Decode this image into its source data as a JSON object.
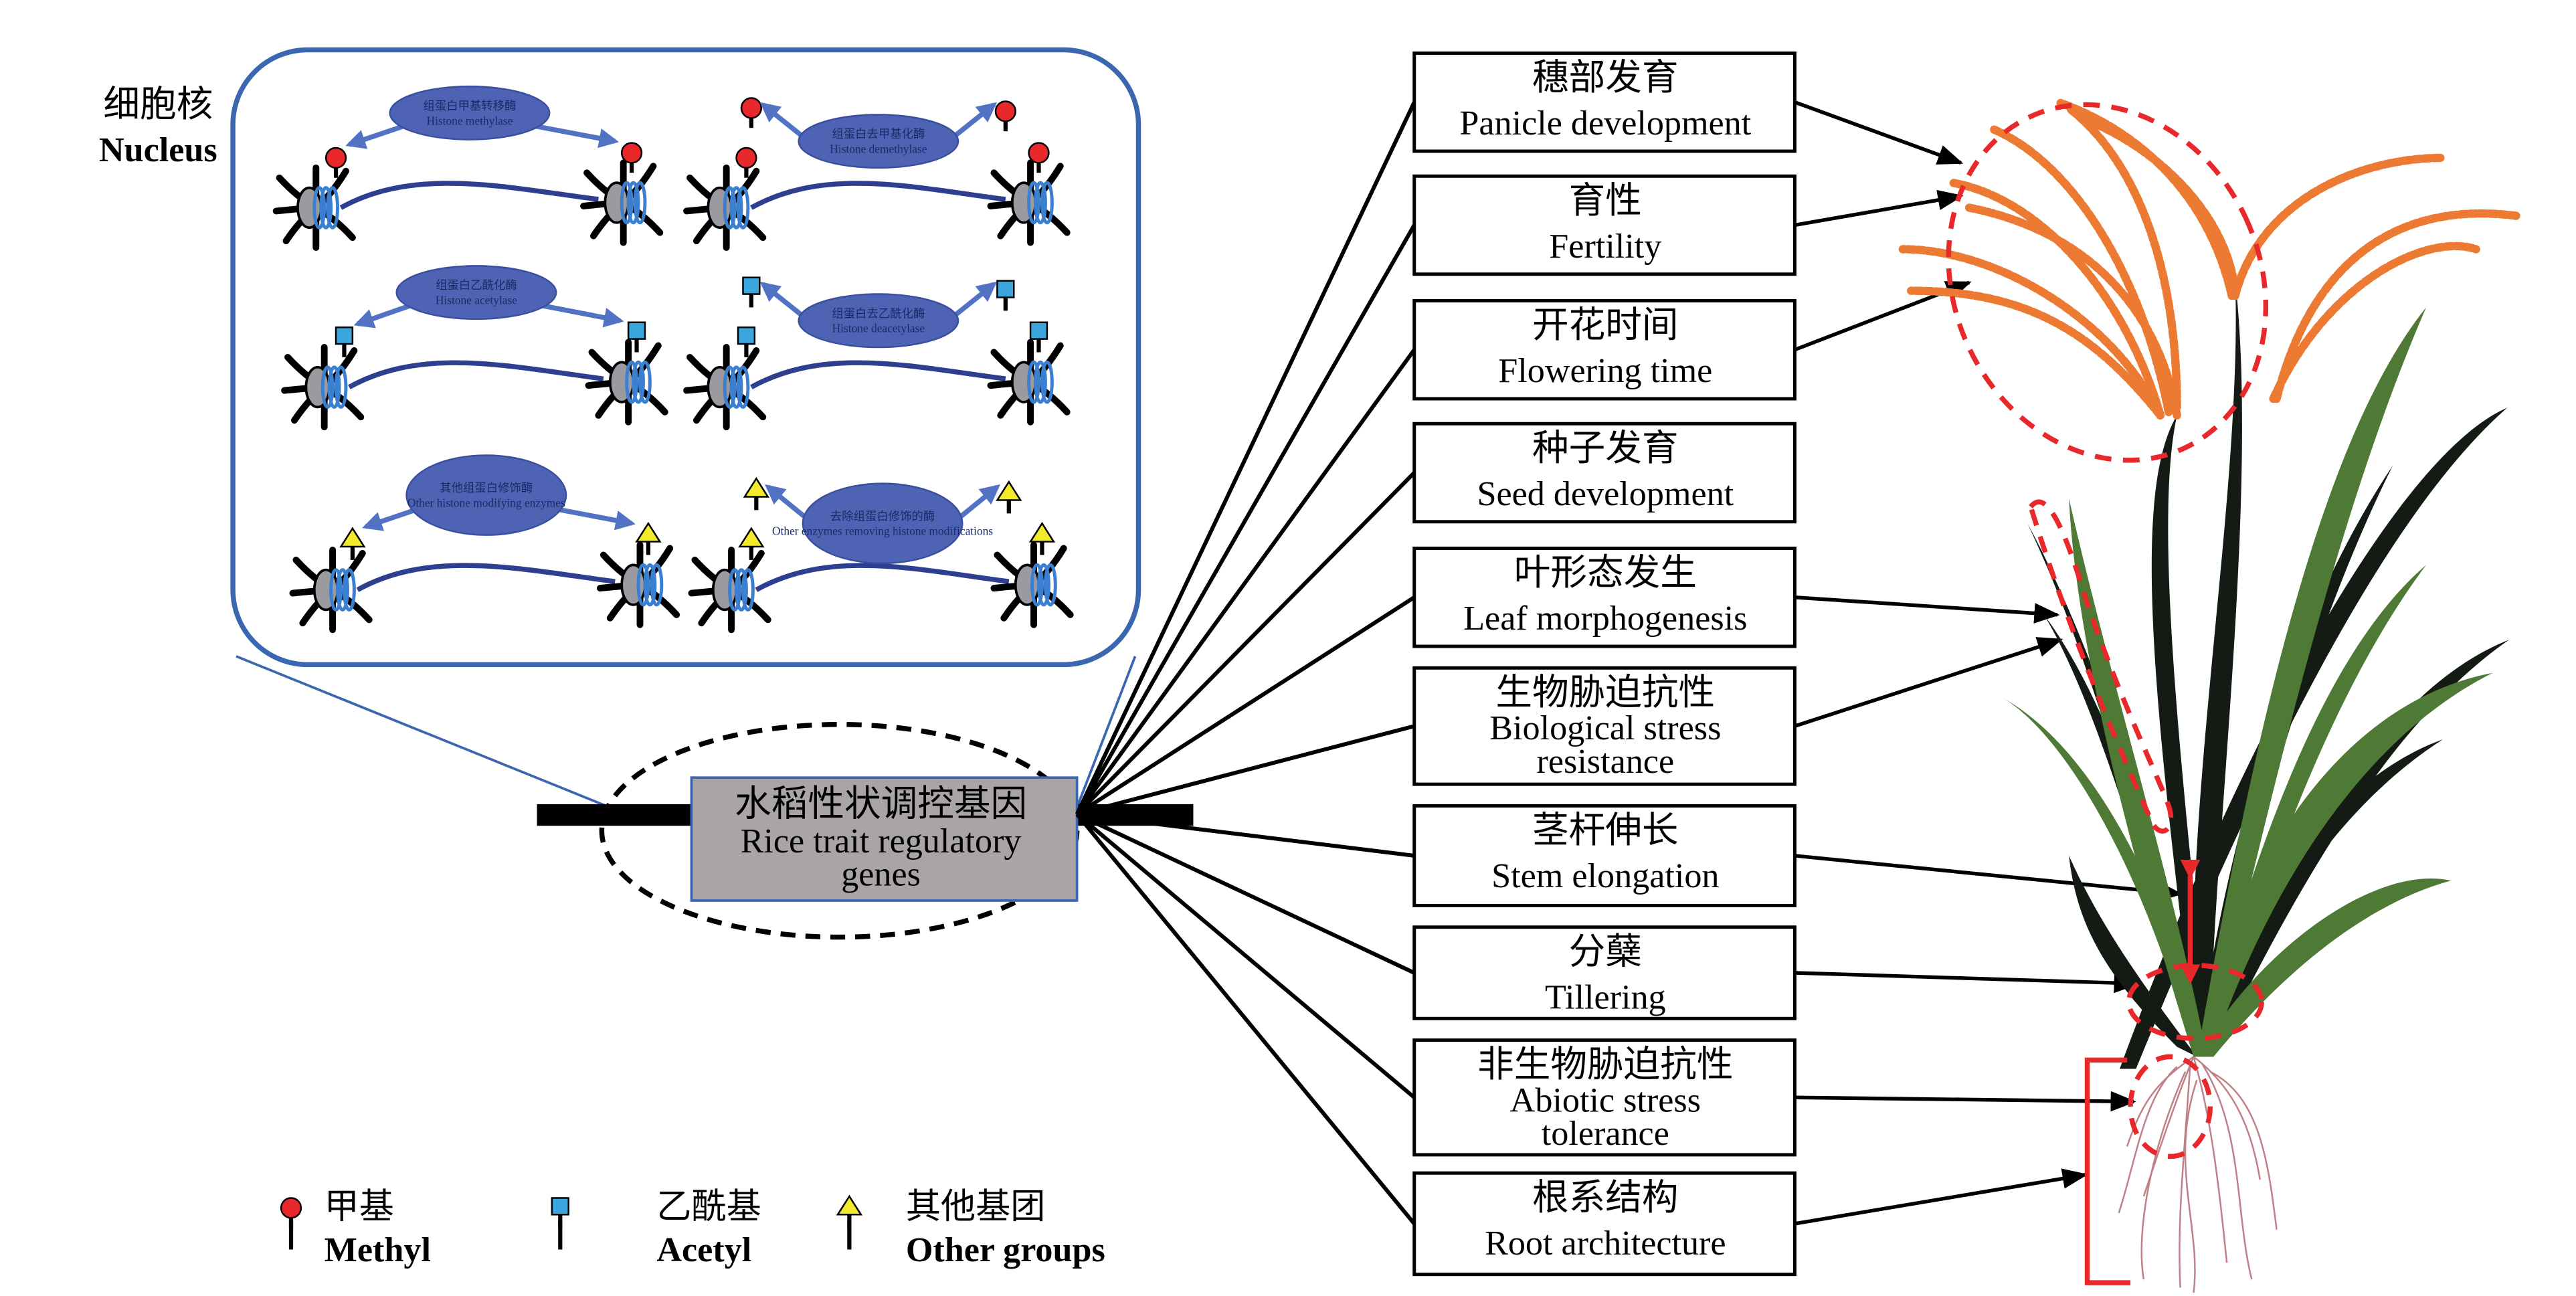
{
  "nucleus": {
    "label_cn": "细胞核",
    "label_en": "Nucleus"
  },
  "enzymes": [
    {
      "cn": "组蛋白甲基转移酶",
      "en": "Histone methylase",
      "group": "methyl"
    },
    {
      "cn": "组蛋白去甲基化酶",
      "en": "Histone demethylase",
      "group": "methyl"
    },
    {
      "cn": "组蛋白乙酰化酶",
      "en": "Histone acetylase",
      "group": "acetyl"
    },
    {
      "cn": "组蛋白去乙酰化酶",
      "en": "Histone deacetylase",
      "group": "acetyl"
    },
    {
      "cn": "其他组蛋白修饰酶",
      "en": "Other histone modifying enzymes",
      "group": "other"
    },
    {
      "cn": "去除组蛋白修饰的酶",
      "en": "Other enzymes removing histone modifications",
      "group": "other"
    }
  ],
  "center": {
    "cn": "水稻性状调控基因",
    "en_line1": "Rice trait regulatory",
    "en_line2": "genes"
  },
  "traits": [
    {
      "cn": "穗部发育",
      "en": [
        "Panicle development"
      ]
    },
    {
      "cn": "育性",
      "en": [
        "Fertility"
      ]
    },
    {
      "cn": "开花时间",
      "en": [
        "Flowering time"
      ]
    },
    {
      "cn": "种子发育",
      "en": [
        "Seed development"
      ]
    },
    {
      "cn": "叶形态发生",
      "en": [
        "Leaf morphogenesis"
      ]
    },
    {
      "cn": "生物胁迫抗性",
      "en": [
        "Biological stress",
        "resistance"
      ]
    },
    {
      "cn": "茎杆伸长",
      "en": [
        "Stem elongation"
      ]
    },
    {
      "cn": "分蘖",
      "en": [
        "Tillering"
      ]
    },
    {
      "cn": "非生物胁迫抗性",
      "en": [
        "Abiotic stress",
        "tolerance"
      ]
    },
    {
      "cn": "根系结构",
      "en": [
        "Root architecture"
      ]
    }
  ],
  "legend": [
    {
      "cn": "甲基",
      "en": "Methyl",
      "icon": "red-circle-pin",
      "color": "#e8282a"
    },
    {
      "cn": "乙酰基",
      "en": "Acetyl",
      "icon": "blue-square-pin",
      "color": "#3aa6dd"
    },
    {
      "cn": "其他基团",
      "en": "Other groups",
      "icon": "yellow-triangle-pin",
      "color": "#f2ea2a"
    }
  ],
  "colors": {
    "panel_border": "#3a67b0",
    "enzyme": "#4f63b4",
    "center_box": "#a9a4a6",
    "highlight": "#e8282a",
    "panicle": "#ec7a32",
    "leaf_green": "#4f7a36"
  }
}
